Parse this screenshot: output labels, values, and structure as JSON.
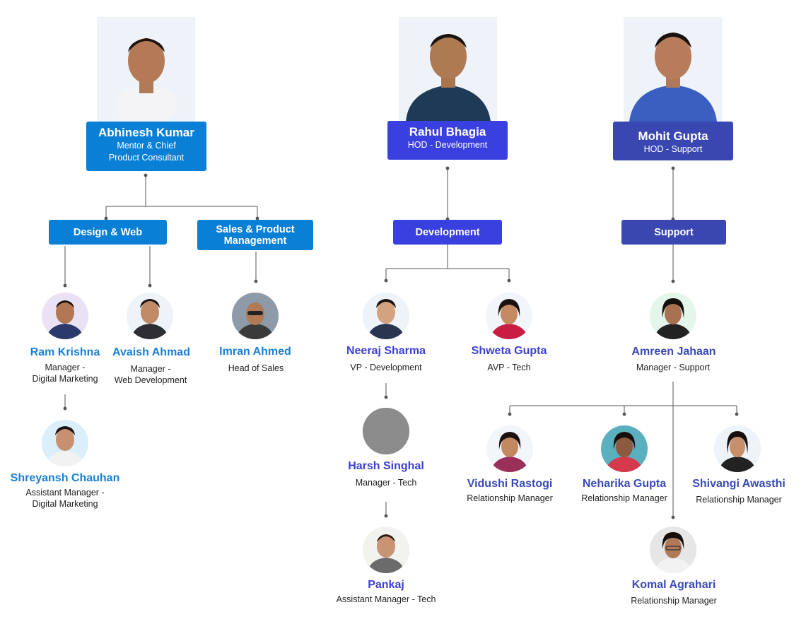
{
  "colors": {
    "design_blue": "#0a7fd6",
    "dev_indigo": "#3a3fe0",
    "support_navy": "#3a47b0",
    "line": "#555555"
  },
  "leaders": {
    "abhinesh": {
      "name": "Abhinesh Kumar",
      "role_line1": "Mentor & Chief",
      "role_line2": "Product Consultant"
    },
    "rahul": {
      "name": "Rahul Bhagia",
      "role_line1": "HOD - Development"
    },
    "mohit": {
      "name": "Mohit Gupta",
      "role_line1": "HOD - Support"
    }
  },
  "departments": {
    "design_web": "Design & Web",
    "sales_line1": "Sales & Product",
    "sales_line2": "Management",
    "development": "Development",
    "support": "Support"
  },
  "people": {
    "ram": {
      "name": "Ram Krishna",
      "role_line1": "Manager -",
      "role_line2": "Digital Marketing"
    },
    "avaish": {
      "name": "Avaish Ahmad",
      "role_line1": "Manager -",
      "role_line2": "Web Development"
    },
    "imran": {
      "name": "Imran Ahmed",
      "role_line1": "Head of Sales"
    },
    "shreyansh": {
      "name": "Shreyansh Chauhan",
      "role_line1": "Assistant Manager -",
      "role_line2": "Digital Marketing"
    },
    "neeraj": {
      "name": "Neeraj Sharma",
      "role_line1": "VP - Development"
    },
    "shweta": {
      "name": "Shweta Gupta",
      "role_line1": "AVP - Tech"
    },
    "harsh": {
      "name": "Harsh Singhal",
      "role_line1": "Manager - Tech"
    },
    "pankaj": {
      "name": "Pankaj",
      "role_line1": "Assistant Manager - Tech"
    },
    "amreen": {
      "name": "Amreen Jahaan",
      "role_line1": "Manager - Support"
    },
    "vidushi": {
      "name": "Vidushi Rastogi",
      "role_line1": "Relationship Manager"
    },
    "neharika": {
      "name": "Neharika Gupta",
      "role_line1": "Relationship Manager"
    },
    "shivangi": {
      "name": "Shivangi Awasthi",
      "role_line1": "Relationship Manager"
    },
    "komal": {
      "name": "Komal Agrahari",
      "role_line1": "Relationship Manager"
    }
  },
  "icons": {
    "leader_photo": "person-portrait-icon",
    "avatar": "person-avatar-icon",
    "placeholder": "avatar-placeholder-icon"
  }
}
